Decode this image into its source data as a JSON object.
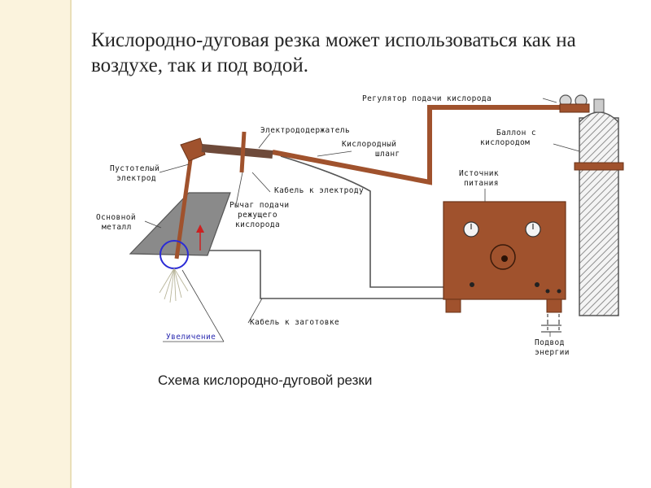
{
  "slide": {
    "title": "Кислородно-дуговая резка может использоваться как на воздухе, так и под водой.",
    "caption": "Схема кислородно-дуговой резки"
  },
  "diagram": {
    "labels": {
      "oxygen_regulator": "Регулятор подачи кислорода",
      "electrode_holder": "Электрододержатель",
      "oxygen_hose_1": "Кислородный",
      "oxygen_hose_2": "шланг",
      "cylinder_1": "Баллон с",
      "cylinder_2": "кислородом",
      "hollow_electrode_1": "Пустотелый",
      "hollow_electrode_2": "электрод",
      "power_source_1": "Источник",
      "power_source_2": "питания",
      "cable_electrode": "Кабель к электроду",
      "base_metal_1": "Основной",
      "base_metal_2": "металл",
      "lever_1": "Рычаг подачи",
      "lever_2": "режущего",
      "lever_3": "кислорода",
      "cable_workpiece": "Кабель к заготовке",
      "magnification": "Увеличение",
      "energy_supply_1": "Подвод",
      "energy_supply_2": "энергии"
    },
    "colors": {
      "equipment": "#a0522d",
      "cable": "#555555",
      "metal_plate": "#8a8a8a",
      "magnify_circle": "#2b2bd6",
      "arrow": "#cc2020"
    }
  }
}
